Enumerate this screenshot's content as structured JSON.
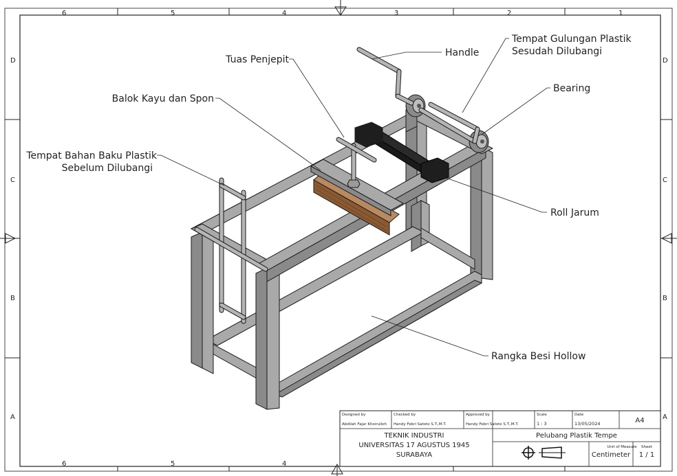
{
  "drawing": {
    "column_labels": [
      "6",
      "5",
      "4",
      "3",
      "2",
      "1"
    ],
    "row_labels": [
      "D",
      "C",
      "B",
      "A"
    ],
    "callouts": {
      "handle": "Handle",
      "rewind_line1": "Tempat Gulungan Plastik",
      "rewind_line2": "Sesudah Dilubangi",
      "bearing": "Bearing",
      "clamp_lever": "Tuas Penjepit",
      "wood_block": "Balok Kayu dan Spon",
      "raw_line1": "Tempat Bahan Baku Plastik",
      "raw_line2": "Sebelum Dilubangi",
      "needle_roll": "Roll Jarum",
      "frame": "Rangka Besi Hollow"
    }
  },
  "title_block": {
    "designed_by_label": "Designed by",
    "designed_by": "Abdilah Fajar Khoirulloh",
    "checked_by_label": "Checked by",
    "checked_by": "Handy Febri Satoto S.T.,M.T.",
    "approved_by_label": "Approved by",
    "approved_by": "Handy Febri Satoto S.T.,M.T.",
    "scale_label": "Scale",
    "scale": "1 : 3",
    "date_label": "Date",
    "date": "13/05/2024",
    "size": "A4",
    "org_line1": "TEKNIK INDUSTRI",
    "org_line2": "UNIVERSITAS 17 AGUSTUS 1945",
    "org_line3": "SURABAYA",
    "drawing_title": "Pelubang Plastik Tempe",
    "unit_label": "Unit of Measure",
    "unit": "Centimeter",
    "sheet_label": "Sheet",
    "sheet": "1 / 1"
  }
}
